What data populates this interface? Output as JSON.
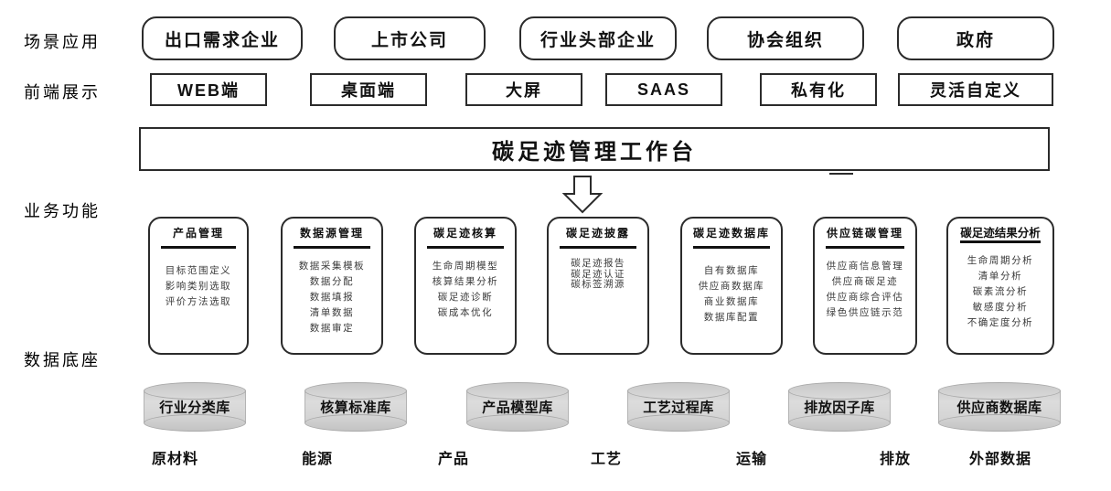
{
  "diagram": {
    "row_labels": [
      {
        "id": "scene-application",
        "text": "场景应用"
      },
      {
        "id": "frontend-display",
        "text": "前端展示"
      },
      {
        "id": "business-function",
        "text": "业务功能"
      },
      {
        "id": "data-foundation",
        "text": "数据底座"
      }
    ],
    "scenario_boxes": [
      {
        "label": "出口需求企业"
      },
      {
        "label": "上市公司"
      },
      {
        "label": "行业头部企业"
      },
      {
        "label": "协会组织"
      },
      {
        "label": "政府"
      }
    ],
    "frontend_boxes": [
      {
        "label": "WEB端"
      },
      {
        "label": "桌面端"
      },
      {
        "label": "大屏"
      },
      {
        "label": "SAAS"
      },
      {
        "label": "私有化"
      },
      {
        "label": "灵活自定义"
      }
    ],
    "workbench": {
      "title": "碳足迹管理工作台"
    },
    "arrow": {
      "name": "down-arrow",
      "points_to": "碳足迹披露"
    },
    "function_cards": [
      {
        "title": "产品管理",
        "items": [
          "目标范围定义",
          "影响类别选取",
          "评价方法选取"
        ]
      },
      {
        "title": "数据源管理",
        "items": [
          "数据采集模板",
          "数据分配",
          "数据填报",
          "清单数据",
          "数据审定"
        ]
      },
      {
        "title": "碳足迹核算",
        "items": [
          "生命周期模型",
          "核算结果分析",
          "碳足迹诊断",
          "碳成本优化"
        ]
      },
      {
        "title": "碳足迹披露",
        "items": [
          "碳足迹报告",
          "碳足迹认证",
          "碳标签溯源"
        ]
      },
      {
        "title": "碳足迹数据库",
        "items": [
          "自有数据库",
          "供应商数据库",
          "商业数据库",
          "数据库配置"
        ]
      },
      {
        "title": "供应链碳管理",
        "items": [
          "供应商信息管理",
          "供应商碳足迹",
          "供应商综合评估",
          "绿色供应链示范"
        ]
      },
      {
        "title": "碳足迹结果分析",
        "items": [
          "生命周期分析",
          "清单分析",
          "碳素流分析",
          "敏感度分析",
          "不确定度分析"
        ]
      }
    ],
    "databases": [
      {
        "label": "行业分类库"
      },
      {
        "label": "核算标准库"
      },
      {
        "label": "产品模型库"
      },
      {
        "label": "工艺过程库"
      },
      {
        "label": "排放因子库"
      },
      {
        "label": "供应商数据库"
      }
    ],
    "stage_labels": [
      {
        "label": "原材料"
      },
      {
        "label": "能源"
      },
      {
        "label": "产品"
      },
      {
        "label": "工艺"
      },
      {
        "label": "运输"
      },
      {
        "label": "排放"
      },
      {
        "label": "外部数据"
      }
    ],
    "colors": {
      "outline": "#2b2b2b",
      "text": "#111111",
      "item_text": "#3a3a3a",
      "cylinder_fill": "#d6d6d6",
      "background": "#ffffff"
    }
  }
}
